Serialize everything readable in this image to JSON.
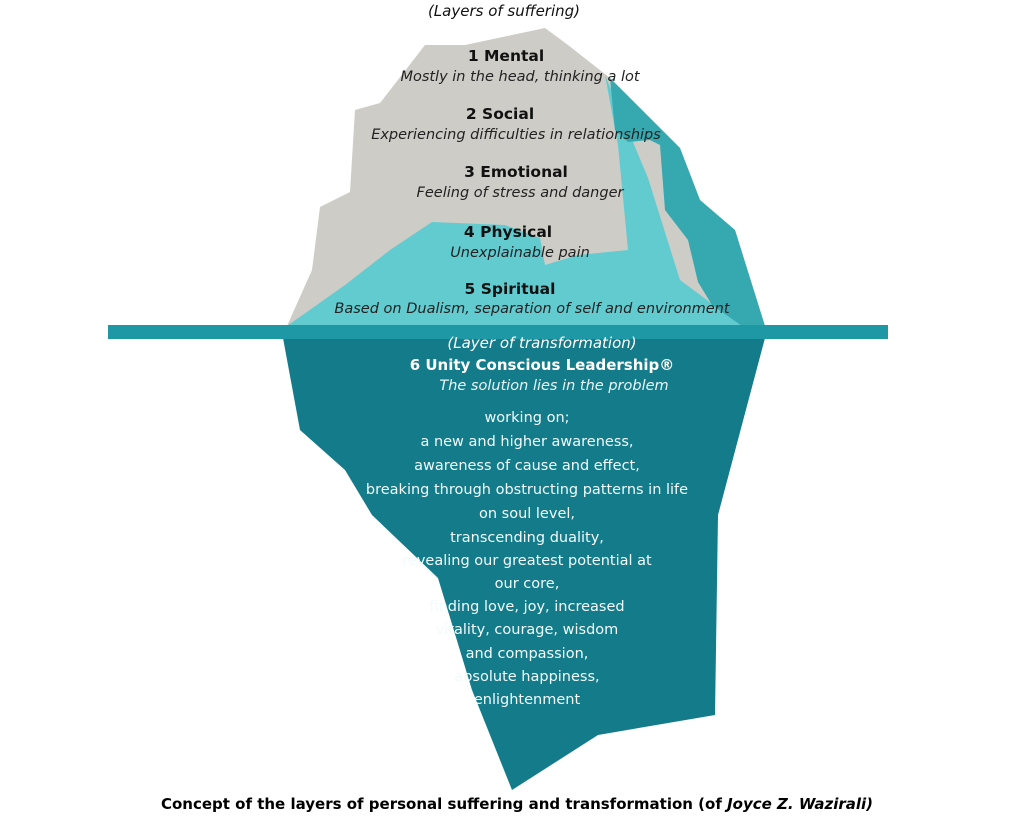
{
  "colors": {
    "ice_grey": "#cdccc6",
    "ice_light_teal": "#62cbd0",
    "ice_mid_teal": "#35a8b0",
    "waterline": "#1f98a6",
    "submerged": "#137b8a"
  },
  "above": {
    "title": "(Layers of suffering)",
    "layers": [
      {
        "name": "1 Mental",
        "desc": "Mostly in the head, thinking a lot"
      },
      {
        "name": "2 Social",
        "desc": "Experiencing difficulties in relationships"
      },
      {
        "name": "3 Emotional",
        "desc": "Feeling of stress and danger"
      },
      {
        "name": "4 Physical",
        "desc": "Unexplainable pain"
      },
      {
        "name": "5 Spiritual",
        "desc": "Based on Dualism, separation of self and environment"
      }
    ]
  },
  "below": {
    "title": "(Layer of transformation)",
    "solution_title": "6 Unity Conscious Leadership®",
    "solution_sub": "The solution lies in the problem",
    "working_lines": [
      "working on;",
      "a new and higher awareness,",
      "awareness of cause and effect,",
      "breaking through obstructing patterns in life",
      "on soul level,",
      "transcending duality,",
      "revealing our greatest potential at",
      "our core,",
      "finding love, joy, increased",
      "vitality, courage, wisdom",
      "and compassion,",
      "absolute happiness,",
      "enlightenment"
    ]
  },
  "caption": {
    "text": "Concept of the layers of personal suffering and transformation (of ",
    "author": "Joyce Z. Wazirali)"
  }
}
